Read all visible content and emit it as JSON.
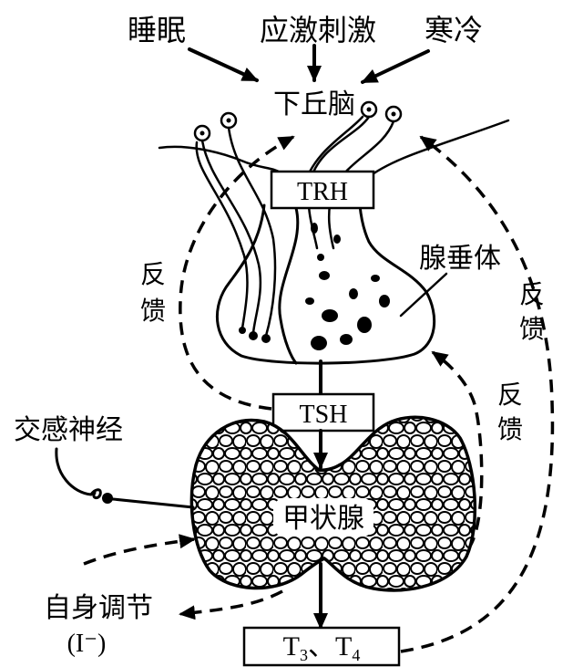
{
  "stimuli": {
    "sleep": "睡眠",
    "stress": "应激刺激",
    "cold": "寒冷"
  },
  "hypothalamus_label": "下丘脑",
  "trh_label": "TRH",
  "pituitary_label": "腺垂体",
  "tsh_label": "TSH",
  "thyroid_label": "甲状腺",
  "sympathetic_label": "交感神经",
  "autoregulation": {
    "label": "自身调节",
    "ion": "(I⁻)"
  },
  "hormones": {
    "t3_base": "T",
    "t3_sub": "3",
    "separator": "、",
    "t4_base": "T",
    "t4_sub": "4"
  },
  "feedback": {
    "left": [
      "反",
      "馈"
    ],
    "right_outer": [
      "反",
      "馈"
    ],
    "right_inner": [
      "反",
      "馈"
    ]
  },
  "colors": {
    "line": "#000000",
    "background": "#ffffff"
  }
}
